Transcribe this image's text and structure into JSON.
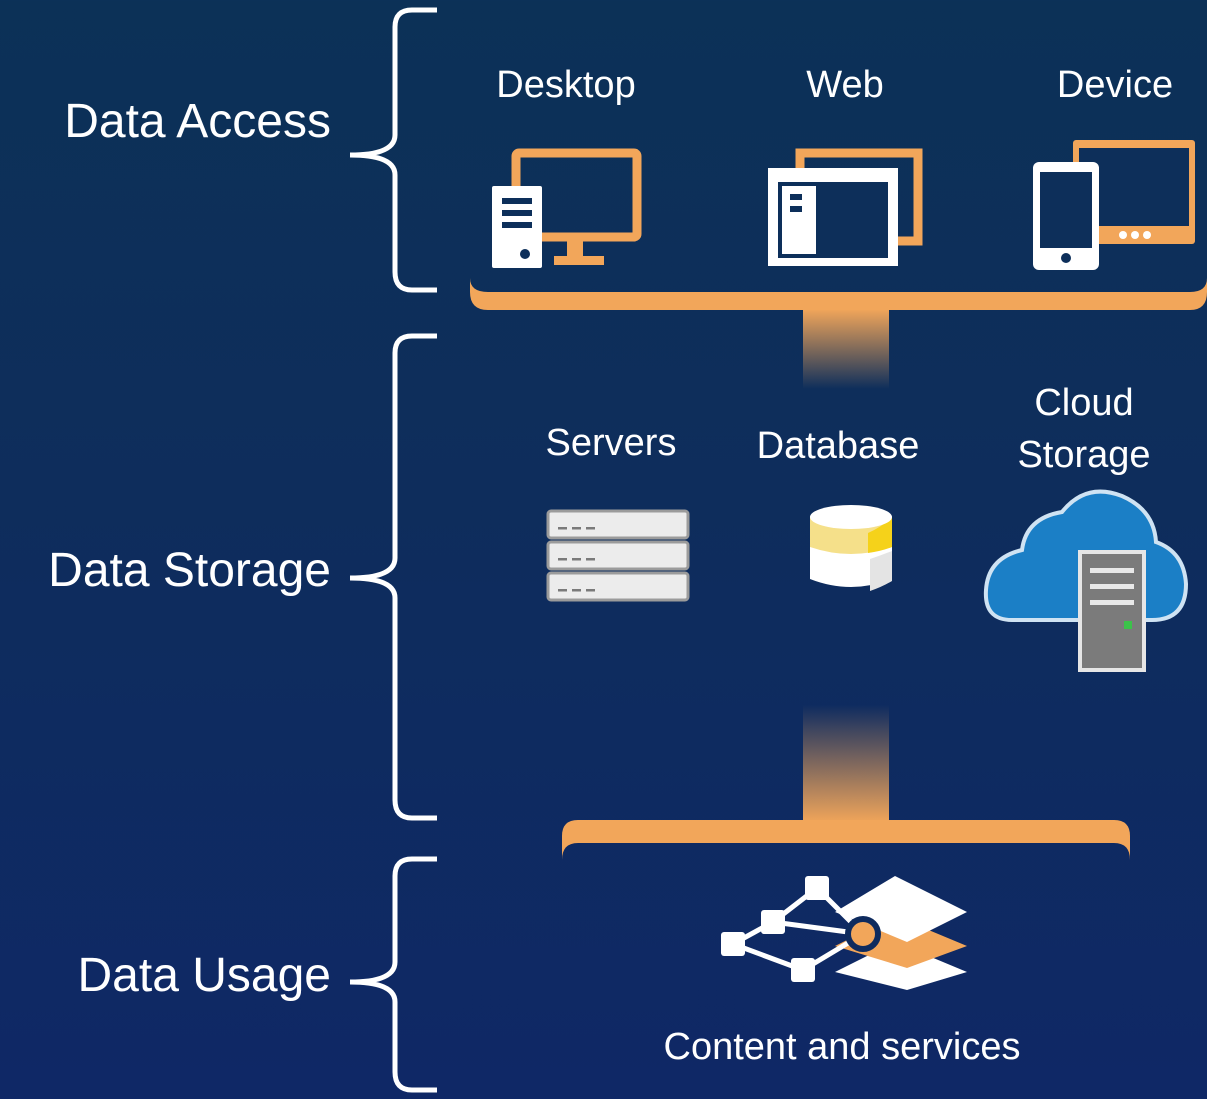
{
  "sections": {
    "access": "Data Access",
    "storage": "Data Storage",
    "usage": "Data Usage"
  },
  "access_items": {
    "desktop": "Desktop",
    "web": "Web",
    "device": "Device"
  },
  "storage_items": {
    "servers": "Servers",
    "database": "Database",
    "cloud_line1": "Cloud",
    "cloud_line2": "Storage"
  },
  "usage_item": "Content and services",
  "colors": {
    "accent": "#f2a65a",
    "background_top": "#0c3157",
    "background_bottom": "#0f2866",
    "text": "#ffffff",
    "cloud": "#1b7fc6",
    "database_yellow": "#f5d21a"
  }
}
